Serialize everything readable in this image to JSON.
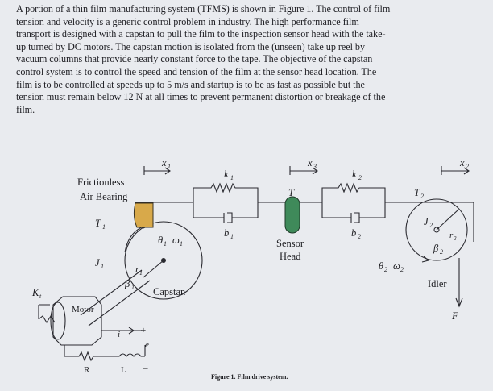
{
  "paragraph_lines": [
    "A portion of a thin film manufacturing system (TFMS) is shown in Figure 1. The control of film",
    "tension and velocity is a generic control problem in industry. The high performance film",
    "transport is designed with a capstan to pull the film to the inspection sensor head with the take-",
    "up turned by DC motors. The capstan motion is isolated from the (unseen) take up reel by",
    "vacuum columns that provide nearly constant force to the tape. The objective of the capstan",
    "control system is to control the speed and tension of the film at the sensor head location. The",
    "film is to be controlled at speeds up to 5 m/s and startup is to be as fast as possible but the",
    "tension must remain below 12 N at all times to prevent permanent distortion or breakage of the",
    "film."
  ],
  "figure": {
    "caption": "Figure 1. Film drive system.",
    "labels": {
      "frictionless": "Frictionless",
      "air_bearing": "Air Bearing",
      "t1": "T",
      "t1_sub": "1",
      "x1": "x",
      "x1_sub": "1",
      "k1": "k",
      "k1_sub": "1",
      "b1": "b",
      "b1_sub": "1",
      "t_center": "T",
      "x3": "x",
      "x3_sub": "3",
      "k2": "k",
      "k2_sub": "2",
      "b2": "b",
      "b2_sub": "2",
      "t2": "T",
      "t2_sub": "2",
      "x2": "x",
      "x2_sub": "2",
      "sensor": "Sensor",
      "head": "Head",
      "j1": "J",
      "j1_sub": "1",
      "r1": "r",
      "r1_sub": "1",
      "beta1": "β",
      "beta1_sub": "1",
      "theta1": "θ",
      "theta1_s1": "1",
      "omega1": "ω",
      "omega1_s": "1",
      "capstan": "Capstan",
      "theta2": "θ",
      "theta2_s": "2",
      "omega2": "ω",
      "omega2_s": "2",
      "j2": "J",
      "j2_sub": "2",
      "r2": "r",
      "r2_sub": "2",
      "beta2": "β",
      "beta2_sub": "2",
      "idler": "Idler",
      "f": "F",
      "kt": "K",
      "kt_sub": "t",
      "motor": "Motor",
      "i": "i",
      "plus": "+",
      "e": "e",
      "r": "R",
      "l": "L",
      "minus": "–"
    }
  }
}
